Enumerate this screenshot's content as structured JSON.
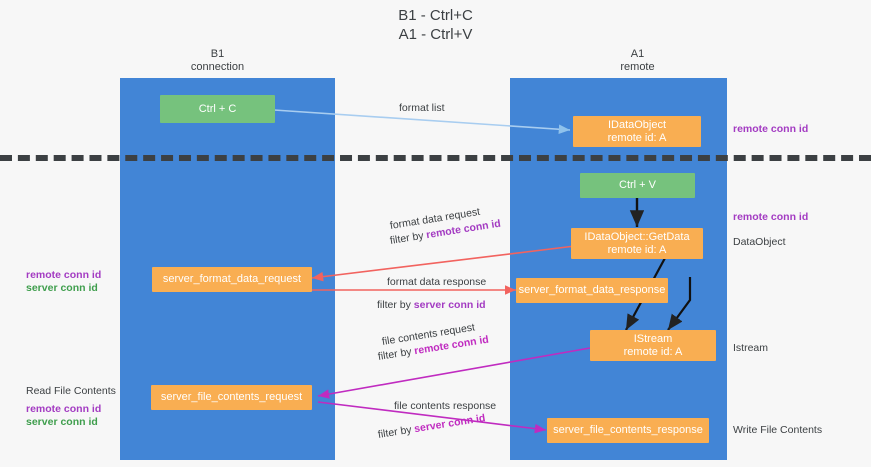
{
  "title": {
    "line1": "B1 - Ctrl+C",
    "line2": "A1 - Ctrl+V"
  },
  "columns": [
    {
      "name": "B1",
      "role": "connection"
    },
    {
      "name": "A1",
      "role": "remote"
    }
  ],
  "boxes": {
    "ctrl_c": "Ctrl + C",
    "ctrl_v": "Ctrl + V",
    "idataobject_top_l1": "IDataObject",
    "idataobject_top_l2": "remote id: A",
    "getdata_l1": "IDataObject::GetData",
    "getdata_l2": "remote id: A",
    "istream_l1": "IStream",
    "istream_l2": "remote id: A",
    "server_format_data_request": "server_format_data_request",
    "server_format_data_response": "server_format_data_response",
    "server_file_contents_request": "server_file_contents_request",
    "server_file_contents_response": "server_file_contents_response"
  },
  "connectors": {
    "format_list": "format list",
    "format_data_request": "format data request",
    "format_data_request_filter_prefix": "filter by ",
    "format_data_request_filter_key": "remote conn id",
    "format_data_response": "format data response",
    "format_data_response_filter_prefix": "filter by ",
    "format_data_response_filter_key": "server conn id",
    "file_contents_request": "file contents request",
    "file_contents_request_filter_prefix": "filter by ",
    "file_contents_request_filter_key": "remote conn id",
    "file_contents_response": "file contents response",
    "file_contents_response_filter_prefix": "filter by ",
    "file_contents_response_filter_key": "server conn id"
  },
  "right_labels": {
    "remote_conn_id_top": "remote conn id",
    "remote_conn_id_mid": "remote conn id",
    "dataobject": "DataObject",
    "istream": "Istream",
    "write_file_contents": "Write File Contents"
  },
  "left_labels": {
    "remote_conn_id_1": "remote conn id",
    "server_conn_id_1": "server conn id",
    "read_file_contents": "Read File Contents",
    "remote_conn_id_2": "remote conn id",
    "server_conn_id_2": "server conn id"
  },
  "colors": {
    "lane": "#4285d6",
    "green_box": "#76c27d",
    "orange_box": "#f9ae52",
    "purple": "#a33bc2",
    "green_text": "#3f9e4d",
    "magenta": "#c02bc0",
    "red_arrow": "#f2635f",
    "blue_arrow": "#a8cdf0",
    "dark": "#3c4043",
    "background": "#f7f7f7"
  }
}
